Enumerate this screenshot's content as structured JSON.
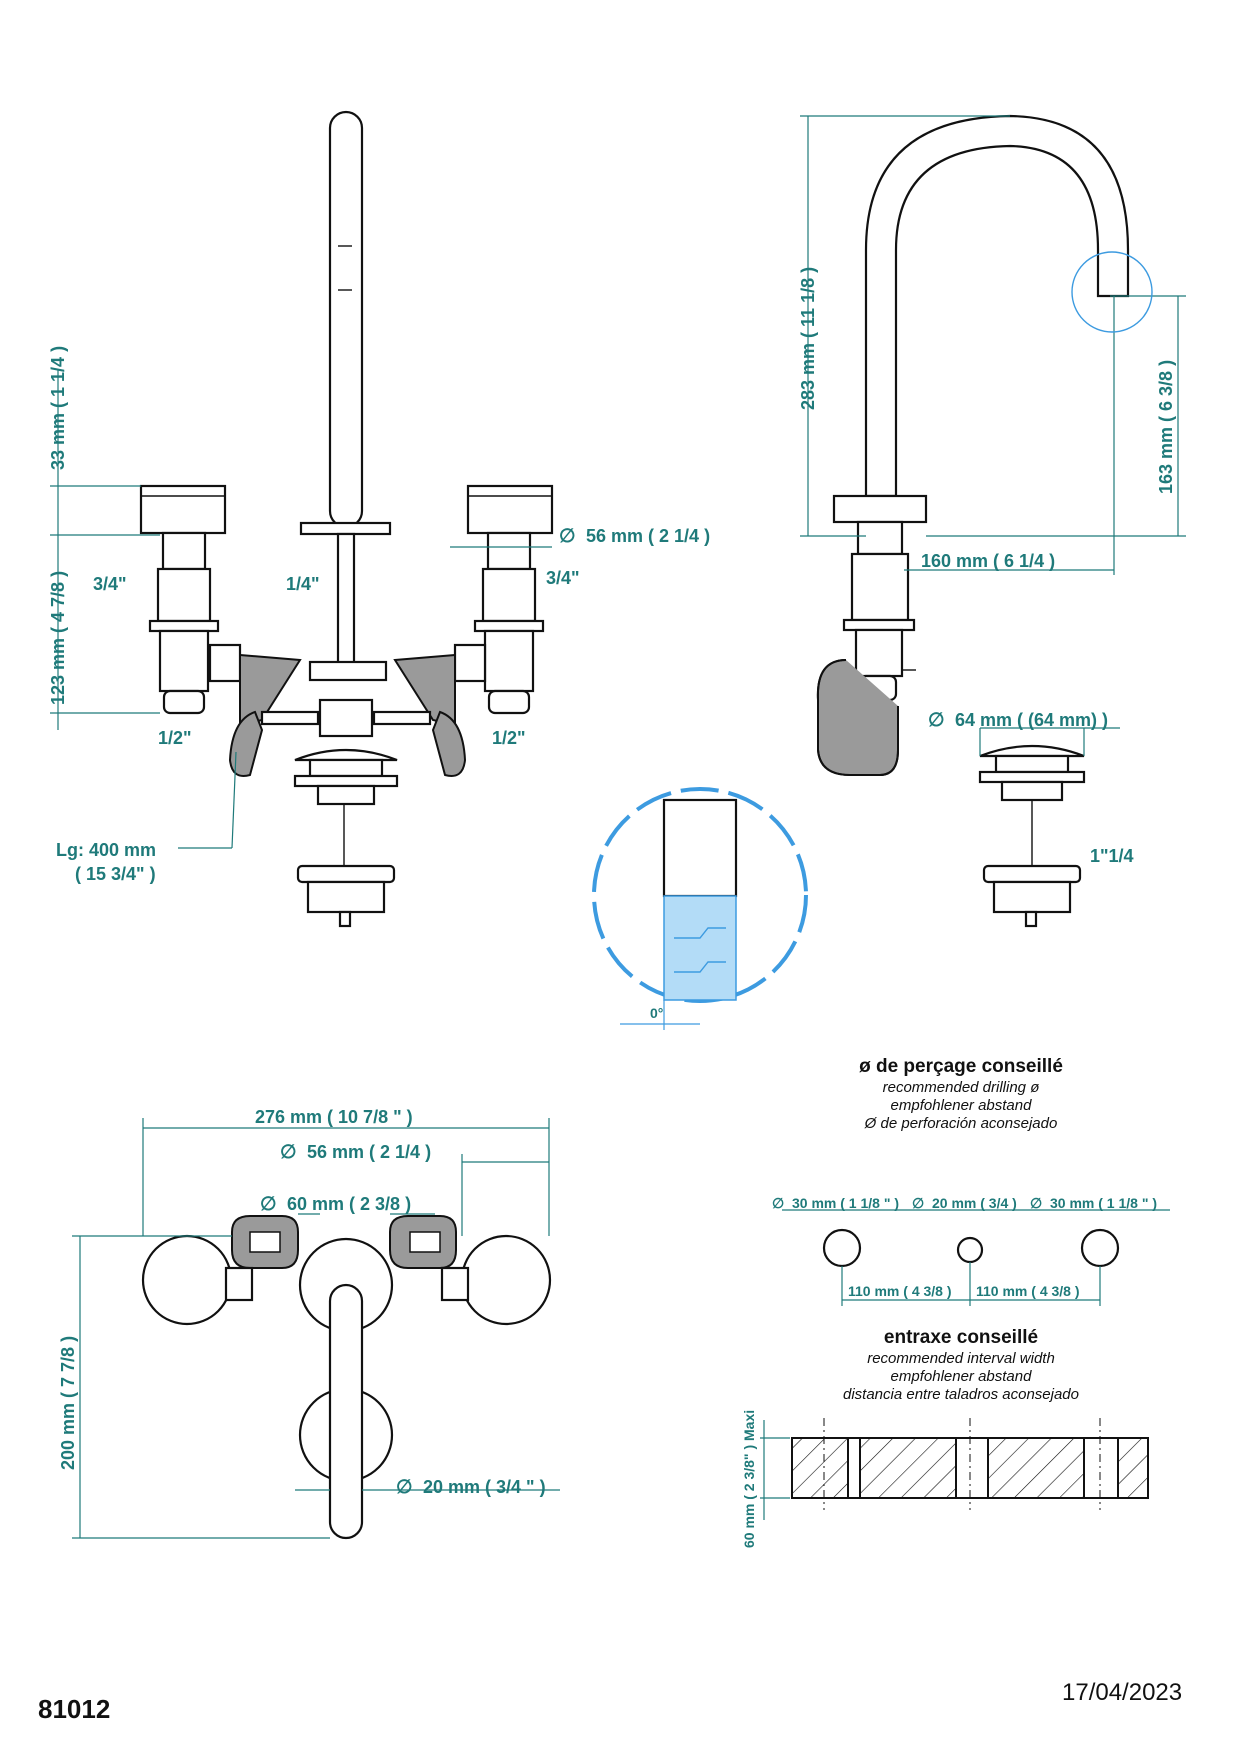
{
  "front_view": {
    "dims": {
      "height_33": "33 mm ( 1 1/4 )",
      "height_123": "123 mm ( 4 7/8 )",
      "diam_56": "56 mm ( 2 1/4 )",
      "diam_symbol": "∅"
    },
    "labels": {
      "left_thread": "3/4\"",
      "center_thread": "1/4\"",
      "right_thread": "3/4\"",
      "left_bottom": "1/2\"",
      "right_bottom": "1/2\"",
      "hose_length": "Lg: 400 mm",
      "hose_length_inch": "( 15 3/4\" )"
    }
  },
  "side_view": {
    "dims": {
      "height_283": "283 mm ( 11 1/8 )",
      "height_163": "163 mm ( 6 3/8 )",
      "reach_160": "160 mm ( 6 1/4 )"
    }
  },
  "drain": {
    "diam_64": "64 mm ( (64 mm) )",
    "thread": "1\"1/4"
  },
  "detail": {
    "angle": "0°"
  },
  "top_view": {
    "dims": {
      "width_276": "276 mm ( 10 7/8 \" )",
      "diam_56": "56 mm ( 2 1/4 )",
      "diam_60": "60 mm ( 2 3/8 )",
      "depth_200": "200 mm ( 7 7/8 )",
      "diam_20": "20 mm ( 3/4 \" )"
    }
  },
  "drilling": {
    "title": "ø de perçage conseillé",
    "en": "recommended drilling ø",
    "de": "empfohlener abstand",
    "es": "Ø de perforación aconsejado",
    "hole_left": "30 mm ( 1 1/8 \" )",
    "hole_center": "20 mm ( 3/4 )",
    "hole_right": "30 mm ( 1 1/8 \" )",
    "spacing_left": "110 mm ( 4 3/8 )",
    "spacing_right": "110 mm ( 4 3/8 )"
  },
  "interval": {
    "title": "entraxe conseillé",
    "en": "recommended interval width",
    "de": "empfohlener abstand",
    "es": "distancia entre taladros aconsejado",
    "thickness": "60 mm ( 2 3/8\" )  Maxi"
  },
  "footer": {
    "ref": "81012",
    "date": "17/04/2023"
  }
}
